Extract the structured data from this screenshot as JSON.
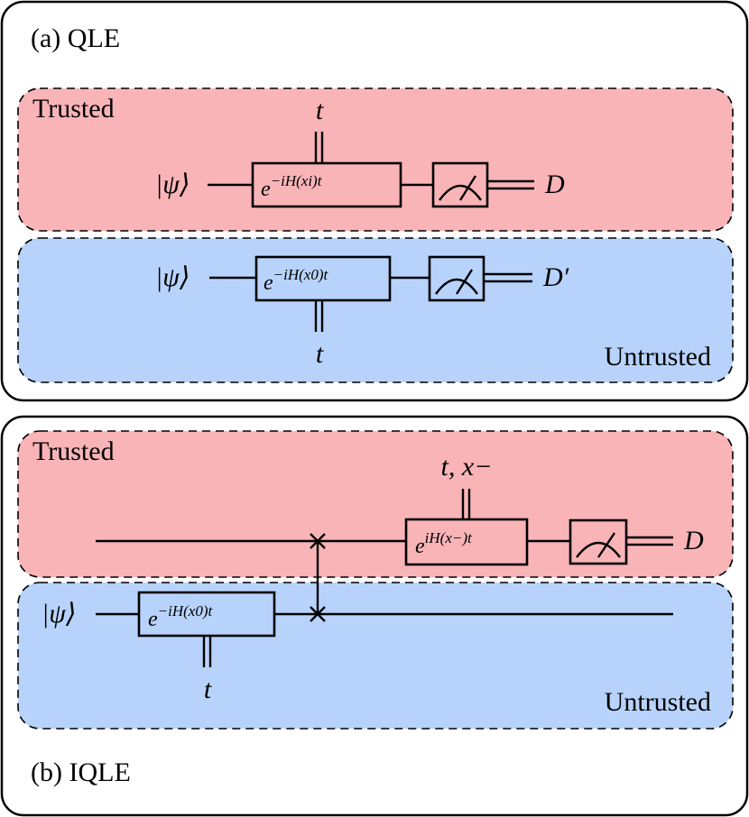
{
  "panel_a": {
    "caption": "(a) QLE",
    "trusted_label": "Trusted",
    "untrusted_label": "Untrusted",
    "input_state": "|ψ⟩",
    "gate_trusted": {
      "base": "e",
      "exponent": "−iH(xi)t"
    },
    "gate_untrusted": {
      "base": "e",
      "exponent": "−iH(x0)t"
    },
    "time_trusted": "t",
    "time_untrusted": "t",
    "output_trusted": "D",
    "output_untrusted": "D′"
  },
  "panel_b": {
    "caption": "(b) IQLE",
    "trusted_label": "Trusted",
    "untrusted_label": "Untrusted",
    "input_state": "|ψ⟩",
    "gate_untrusted": {
      "base": "e",
      "exponent": "−iH(x0)t"
    },
    "gate_trusted": {
      "base": "e",
      "exponent": "iH(x−)t"
    },
    "time_untrusted": "t",
    "time_trusted": "t, x−",
    "output": "D"
  },
  "colors": {
    "trusted": "#f9b4b8",
    "untrusted": "#b8d3fb",
    "outline": "#000000"
  },
  "icons": [
    "measurement-meter-icon",
    "swap-gate-icon"
  ]
}
